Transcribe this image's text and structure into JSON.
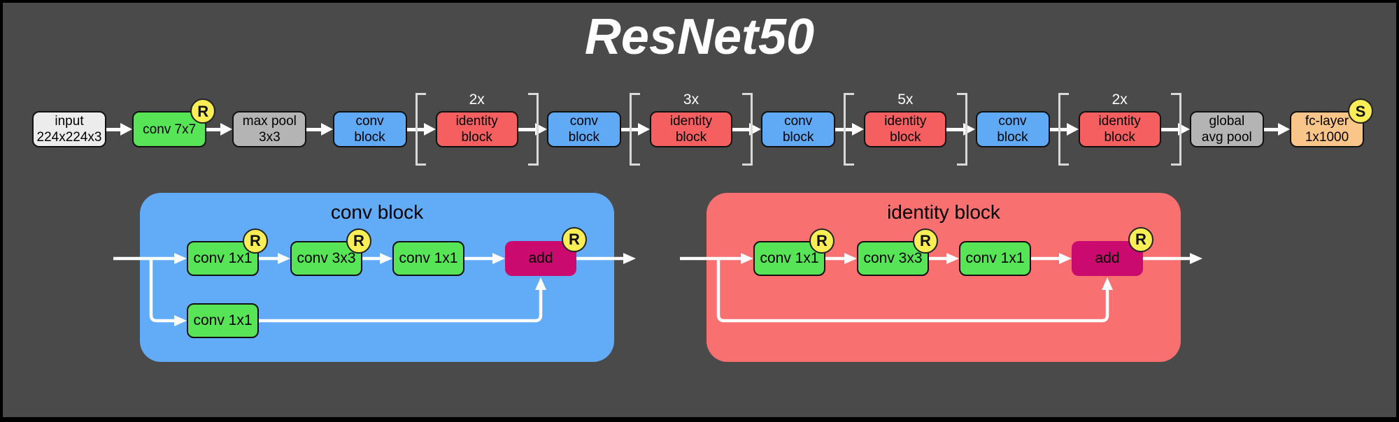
{
  "title": "ResNet50",
  "colors": {
    "background": "#4a4a4a",
    "green_conv": "#57e457",
    "blue_block": "#5fa9f5",
    "red_block": "#f55f5f",
    "gray_pool": "#b4b4b4",
    "input_gray": "#ececec",
    "fc_peach": "#f9c589",
    "add_magenta": "#ca0a6e",
    "badge_yellow": "#f9ee56",
    "arrow_white": "#ffffff",
    "detail_blue": "#62abf7",
    "detail_red": "#f87070"
  },
  "pipeline": {
    "boxes": [
      {
        "line1": "input",
        "line2": "224x224x3"
      },
      {
        "line1": "conv 7x7",
        "badge": "R"
      },
      {
        "line1": "max pool",
        "line2": "3x3"
      },
      {
        "line1": "conv",
        "line2": "block"
      },
      {
        "line1": "identity",
        "line2": "block",
        "multiplier": "2x"
      },
      {
        "line1": "conv",
        "line2": "block"
      },
      {
        "line1": "identity",
        "line2": "block",
        "multiplier": "3x"
      },
      {
        "line1": "conv",
        "line2": "block"
      },
      {
        "line1": "identity",
        "line2": "block",
        "multiplier": "5x"
      },
      {
        "line1": "conv",
        "line2": "block"
      },
      {
        "line1": "identity",
        "line2": "block",
        "multiplier": "2x"
      },
      {
        "line1": "global",
        "line2": "avg pool"
      },
      {
        "line1": "fc-layer",
        "line2": "1x1000",
        "badge": "S"
      }
    ]
  },
  "conv_detail": {
    "title": "conv block",
    "boxes": [
      {
        "label": "conv 1x1",
        "badge": "R"
      },
      {
        "label": "conv 3x3",
        "badge": "R"
      },
      {
        "label": "conv 1x1"
      },
      {
        "label": "add",
        "badge": "R"
      }
    ],
    "shortcut": {
      "label": "conv 1x1"
    }
  },
  "identity_detail": {
    "title": "identity block",
    "boxes": [
      {
        "label": "conv 1x1",
        "badge": "R"
      },
      {
        "label": "conv 3x3",
        "badge": "R"
      },
      {
        "label": "conv 1x1"
      },
      {
        "label": "add",
        "badge": "R"
      }
    ]
  }
}
